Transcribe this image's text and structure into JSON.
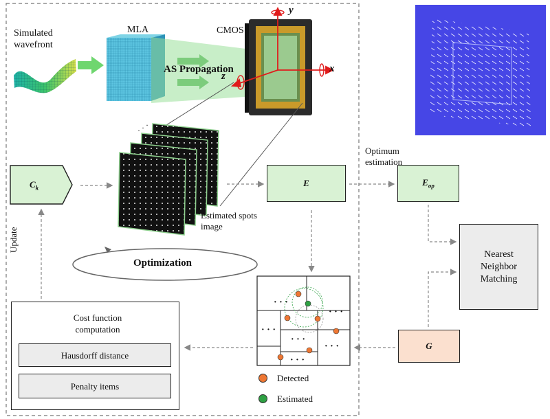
{
  "top": {
    "simulated_wavefront": "Simulated wavefront",
    "mla": "MLA",
    "cmos": "CMOS",
    "as_propagation": "AS Propagation",
    "axes": {
      "x": "x",
      "y": "y",
      "z": "z"
    }
  },
  "middle": {
    "ck": {
      "base": "C",
      "sub": "k"
    },
    "e": "E",
    "eop": {
      "base": "E",
      "sub": "op"
    },
    "optimum_estimation": "Optimum estimation",
    "estimated_spots_image": "Estimated spots image",
    "ellipsis": "..."
  },
  "optimization": "Optimization",
  "update": "Update",
  "matching": "Nearest Neighbor Matching",
  "g": "G",
  "cost": {
    "title": "Cost function computation",
    "items": [
      "Hausdorff distance",
      "Penalty items"
    ]
  },
  "legend": {
    "detected": {
      "label": "Detected",
      "color": "#ee7733"
    },
    "estimated": {
      "label": "Estimated",
      "color": "#2ea043"
    }
  },
  "colors": {
    "box_green": "#d9f2d4",
    "box_gray": "#ececec",
    "box_peach": "#fbe0cf",
    "axis_red": "#e01b1b",
    "inset_blue": "#4646e6"
  }
}
